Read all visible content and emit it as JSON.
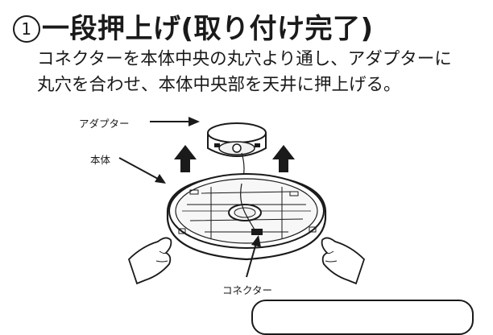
{
  "step": {
    "number": "1",
    "title": "一段押上げ(取り付け完了)"
  },
  "instruction": {
    "line1": "コネクターを本体中央の丸穴より通し、アダプターに",
    "line2": "丸穴を合わせ、本体中央部を天井に押上げる。"
  },
  "callouts": {
    "adapter": "アダプター",
    "body": "本体",
    "connector": "コネクター"
  },
  "colors": {
    "ink": "#1a1a1a",
    "fill_light": "#f2f2f2"
  }
}
